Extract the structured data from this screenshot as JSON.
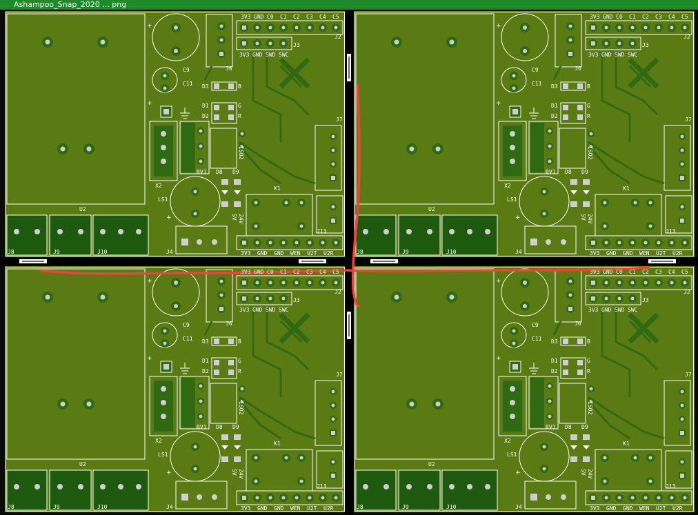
{
  "window": {
    "title": "Ashampoo_Snap_2020 ... png"
  },
  "board": {
    "panels": [
      "top-left",
      "top-right",
      "bottom-left",
      "bottom-right"
    ],
    "header_top": [
      "3V3",
      "GND",
      "C0",
      "C1",
      "C2",
      "C3",
      "C4",
      "C5"
    ],
    "header_swd": [
      "3V3",
      "GND",
      "SWD",
      "SWC"
    ],
    "header_bottom": [
      "3V3",
      "GND",
      "GND",
      "WEN",
      "U2T",
      "U2R"
    ],
    "refs": {
      "u2": "U2",
      "j2": "J2",
      "j3": "J3",
      "j4": "J4",
      "j6": "J6",
      "j7": "J7",
      "j8": "J8",
      "j9": "J9",
      "j10": "J10",
      "j13": "J13",
      "x2": "X2",
      "ls1": "LS1",
      "k1": "K1",
      "rv1": "RV1",
      "iso2": "ISO2",
      "d1": "D1",
      "d2": "D2",
      "d3": "D3",
      "d8": "D8",
      "d9": "D9",
      "c9": "C9",
      "c11": "C11",
      "b": "B",
      "g": "G",
      "r": "R",
      "v5": "5V",
      "v24": "24V",
      "plus": "+"
    }
  },
  "colors": {
    "board": "#5a7a14",
    "copper": "#2f6a12",
    "pad": "#cfcfcf",
    "silk": "#ffffff",
    "markup": "#ff3b3b"
  }
}
